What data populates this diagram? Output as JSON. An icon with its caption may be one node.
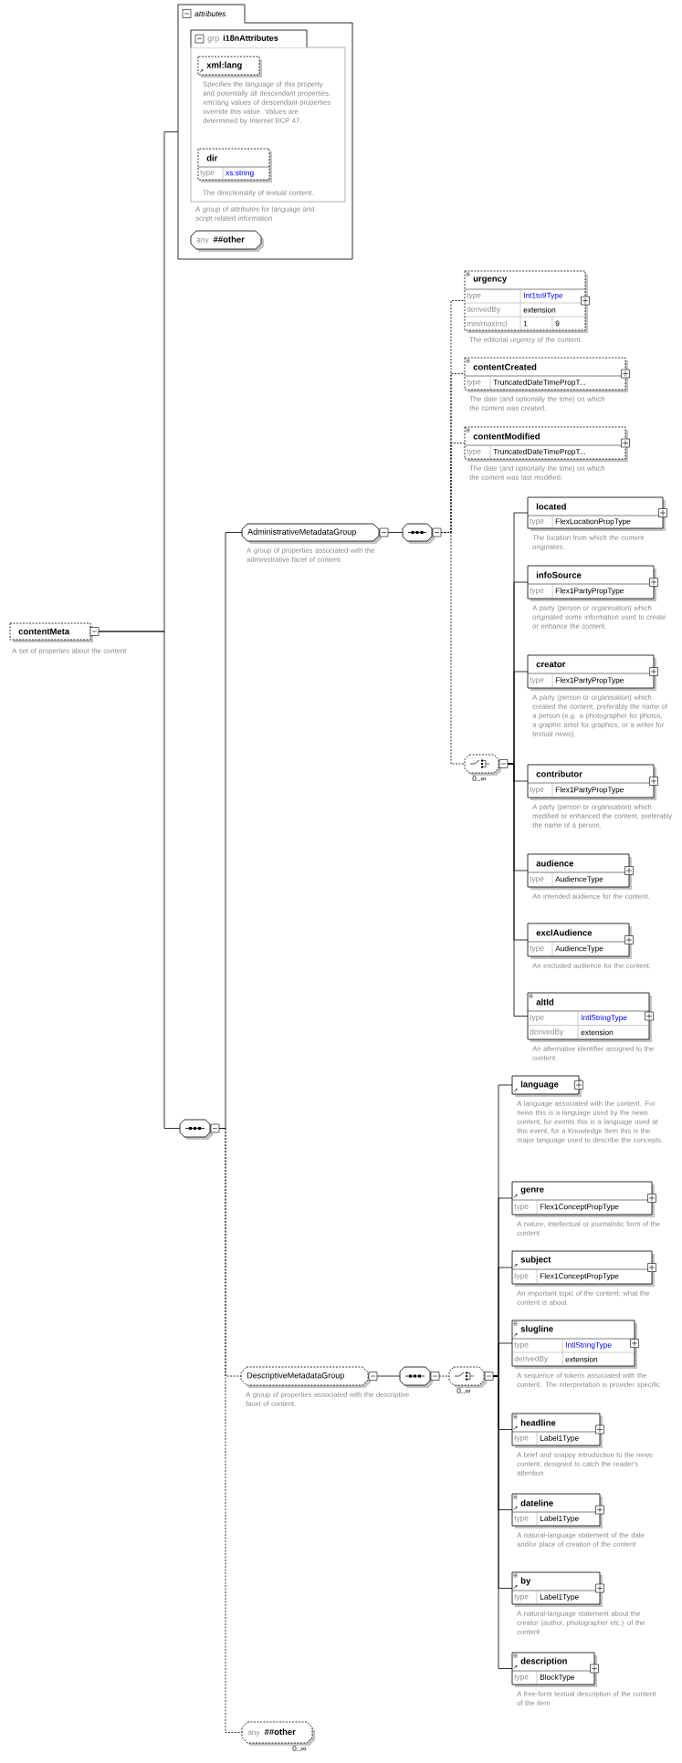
{
  "diagram": {
    "nodes": [
      {
        "text": [
          "contentMeta"
        ],
        "beside": [
          "A set of properties about the content"
        ]
      },
      {
        "text": [
          "attributes"
        ]
      },
      {
        "text": [
          "grp",
          "i18nAttributes"
        ],
        "in": 1,
        "beside": [
          "A group of attributes for language and script related information"
        ]
      },
      {
        "text": [
          "xml:lang"
        ],
        "in": 2,
        "beside": [
          "Specifies the language of this property and potentially all descendant properties. xml:lang values of descendant properties override this value. Values are determined by Internet BCP 47."
        ]
      },
      {
        "text": [
          "dir",
          "type",
          "xs:string"
        ],
        "in": 2,
        "beside": [
          "The directionality of textual content."
        ]
      },
      {
        "text": [
          "any",
          "##other"
        ],
        "in": 1
      },
      {
        "text": [],
        "shape": "octagon"
      },
      {
        "text": [
          "AdministrativeMetadataGroup"
        ],
        "beside": [
          "A group of properties associated with the administrative facet of content."
        ]
      },
      {
        "text": [],
        "shape": "octagon"
      },
      {
        "text": [
          "urgency",
          "type",
          "Int1to9Type",
          "derivedBy",
          "extension",
          "min/maxIncl",
          "1",
          "9"
        ],
        "beside": [
          "The editorial urgency of the content."
        ]
      },
      {
        "text": [
          "contentCreated",
          "type",
          "TruncatedDateTimePropT..."
        ],
        "beside": [
          "The date (and optionally the time) on which the content was created."
        ]
      },
      {
        "text": [
          "contentModified",
          "type",
          "TruncatedDateTimePropT..."
        ],
        "beside": [
          "The date (and optionally the time) on which the content was last modified."
        ]
      },
      {
        "text": [],
        "shape": "octagon",
        "beside": [
          "0..∞"
        ]
      },
      {
        "text": [
          "located",
          "type",
          "FlexLocationPropType"
        ],
        "beside": [
          "The location from which the content originates."
        ]
      },
      {
        "text": [
          "infoSource",
          "type",
          "Flex1PartyPropType"
        ],
        "beside": [
          "A party (person or organisation) which originated some information used to create or enhance the content."
        ]
      },
      {
        "text": [
          "creator",
          "type",
          "Flex1PartyPropType"
        ],
        "beside": [
          "A party (person or organisation) which created the content, preferably the name of a person (e.g. a photographer for photos, a graphic artist for graphics, or a writer for textual news)."
        ]
      },
      {
        "text": [
          "contributor",
          "type",
          "Flex1PartyPropType"
        ],
        "beside": [
          "A party (person or organisation) which modified or enhanced the content, preferably the name of a person."
        ]
      },
      {
        "text": [
          "audience",
          "type",
          "AudienceType"
        ],
        "beside": [
          "An intended audience for the content."
        ]
      },
      {
        "text": [
          "exclAudience",
          "type",
          "AudienceType"
        ],
        "beside": [
          "An excluded audience for the content."
        ]
      },
      {
        "text": [
          "altId",
          "type",
          "IntlStringType",
          "derivedBy",
          "extension"
        ],
        "beside": [
          "An alternative identifier assigned to the content."
        ]
      },
      {
        "text": [
          "DescriptiveMetadataGroup"
        ],
        "beside": [
          "A group of properties associated with the descriptive facet of content."
        ]
      },
      {
        "text": [],
        "shape": "octagon"
      },
      {
        "text": [],
        "shape": "octagon",
        "beside": [
          "0..∞"
        ]
      },
      {
        "text": [
          "language"
        ],
        "beside": [
          "A language associated with the content. For news this is a language used by the news content, for events this is a language used at this event, for a Knowledge Item this is the major language used to describe the concepts."
        ]
      },
      {
        "text": [
          "genre",
          "type",
          "Flex1ConceptPropType"
        ],
        "beside": [
          "A nature, intellectual or journalistic form of the content"
        ]
      },
      {
        "text": [
          "subject",
          "type",
          "Flex1ConceptPropType"
        ],
        "beside": [
          "An important topic of the content; what the content is about"
        ]
      },
      {
        "text": [
          "slugline",
          "type",
          "IntlStringType",
          "derivedBy",
          "extension"
        ],
        "beside": [
          "A sequence of tokens associated with the content. The interpretation is provider specific"
        ]
      },
      {
        "text": [
          "headline",
          "type",
          "Label1Type"
        ],
        "beside": [
          "A brief and snappy introduction to the news content, designed to catch the reader's attention"
        ]
      },
      {
        "text": [
          "dateline",
          "type",
          "Label1Type"
        ],
        "beside": [
          "A natural-language statement of the date and/or place of creation of the content"
        ]
      },
      {
        "text": [
          "by",
          "type",
          "Label1Type"
        ],
        "beside": [
          "A natural-language statement about the creator (author, photographer etc.) of the content"
        ]
      },
      {
        "text": [
          "description",
          "type",
          "BlockType"
        ],
        "beside": [
          "A free-form textual description of the content of the item"
        ]
      },
      {
        "text": [
          "any",
          "##other"
        ],
        "beside": [
          "0..∞"
        ]
      }
    ],
    "edges": [
      {
        "from": 0,
        "to": 1,
        "arrow": "none"
      },
      {
        "from": 0,
        "to": 6,
        "arrow": "none"
      },
      {
        "from": 6,
        "to": 7,
        "arrow": "none"
      },
      {
        "from": 6,
        "to": 20,
        "arrow": "none",
        "style": "dashed"
      },
      {
        "from": 6,
        "to": 31,
        "arrow": "none",
        "style": "dashed"
      },
      {
        "from": 7,
        "to": 8,
        "arrow": "none"
      },
      {
        "from": 8,
        "to": 9,
        "arrow": "none",
        "style": "dashed"
      },
      {
        "from": 8,
        "to": 10,
        "arrow": "none",
        "style": "dashed"
      },
      {
        "from": 8,
        "to": 11,
        "arrow": "none",
        "style": "dashed"
      },
      {
        "from": 8,
        "to": 12,
        "arrow": "none",
        "style": "dashed"
      },
      {
        "from": 12,
        "to": 13,
        "arrow": "none"
      },
      {
        "from": 12,
        "to": 14,
        "arrow": "none"
      },
      {
        "from": 12,
        "to": 15,
        "arrow": "none"
      },
      {
        "from": 12,
        "to": 16,
        "arrow": "none"
      },
      {
        "from": 12,
        "to": 17,
        "arrow": "none"
      },
      {
        "from": 12,
        "to": 18,
        "arrow": "none"
      },
      {
        "from": 12,
        "to": 19,
        "arrow": "none"
      },
      {
        "from": 20,
        "to": 21,
        "arrow": "none"
      },
      {
        "from": 21,
        "to": 22,
        "arrow": "none",
        "style": "dashed"
      },
      {
        "from": 22,
        "to": 23,
        "arrow": "none"
      },
      {
        "from": 22,
        "to": 24,
        "arrow": "none"
      },
      {
        "from": 22,
        "to": 25,
        "arrow": "none"
      },
      {
        "from": 22,
        "to": 26,
        "arrow": "none"
      },
      {
        "from": 22,
        "to": 27,
        "arrow": "none"
      },
      {
        "from": 22,
        "to": 28,
        "arrow": "none"
      },
      {
        "from": 22,
        "to": 29,
        "arrow": "none"
      },
      {
        "from": 22,
        "to": 30,
        "arrow": "none"
      }
    ]
  }
}
